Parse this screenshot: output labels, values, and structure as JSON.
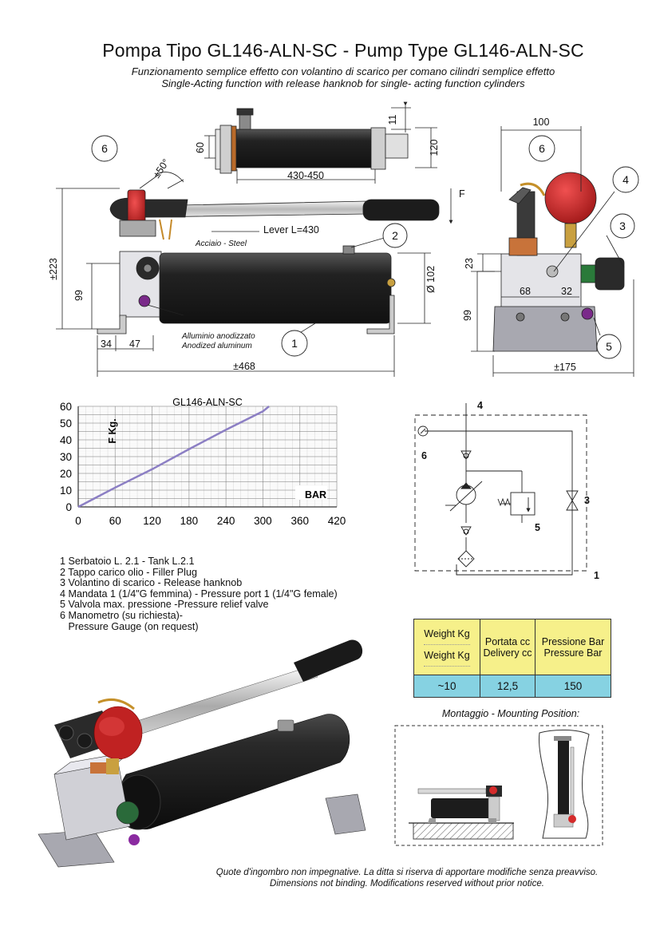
{
  "header": {
    "title": "Pompa Tipo GL146-ALN-SC - Pump Type GL146-ALN-SC",
    "subtitle_it": "Funzionamento semplice effetto con volantino di scarico per comano cilindri  semplice effetto",
    "subtitle_en": "Single-Acting function with release hanknob for  single- acting function cylinders"
  },
  "drawing": {
    "dims": {
      "d11": "11",
      "d60": "60",
      "d120": "120",
      "d430_450": "430-450",
      "angle50": "±50°",
      "lever": "Lever L=430",
      "d223": "±223",
      "d99a": "99",
      "d34": "34",
      "d47": "47",
      "d468": "±468",
      "d102": "Ø 102",
      "d100": "100",
      "d23": "23",
      "d68": "68",
      "d32": "32",
      "d99b": "99",
      "d175": "±175",
      "force": "F"
    },
    "labels": {
      "steel": "Acciaio - Steel",
      "alu_it": "Alluminio anodizzato",
      "alu_en": "Anodized aluminum"
    },
    "callouts": {
      "c1": "1",
      "c2": "2",
      "c3": "3",
      "c4": "4",
      "c5": "5",
      "c6a": "6",
      "c6b": "6"
    },
    "colors": {
      "tank": "#1e1e1e",
      "gauge": "#d42a2a",
      "block": "#d8d8dc",
      "knob": "#2a2a2a",
      "valve": "#7a2a8a"
    }
  },
  "chart_data": {
    "type": "line",
    "title": "GL146-ALN-SC",
    "xlabel": "BAR",
    "ylabel": "F Kg.",
    "xlim": [
      0,
      420
    ],
    "ylim": [
      0,
      60
    ],
    "xticks": [
      0,
      60,
      120,
      180,
      240,
      300,
      360,
      420
    ],
    "yticks": [
      0,
      5,
      10,
      15,
      20,
      25,
      30,
      35,
      40,
      45,
      50,
      55,
      60
    ],
    "ytick_labels": [
      0,
      10,
      20,
      30,
      40,
      50,
      60
    ],
    "grid": true,
    "series": [
      {
        "x": [
          0,
          60,
          120,
          180,
          240,
          300,
          310
        ],
        "y": [
          0,
          11.5,
          22.5,
          34.5,
          46,
          57,
          60
        ],
        "color": "#8c7fc4"
      }
    ]
  },
  "schematic": {
    "p1": "1",
    "p3": "3",
    "p4": "4",
    "p5": "5",
    "p6": "6"
  },
  "legend": [
    "1 Serbatoio L. 2.1 - Tank L.2.1",
    "2 Tappo carico olio - Filler Plug",
    "3 Volantino di scarico - Release hanknob",
    "4 Mandata 1 (1/4\"G femmina) - Pressure port 1 (1/4\"G female)",
    "5 Valvola max. pressione -Pressure relief valve",
    "6 Manometro (su richiesta)-",
    "   Pressure Gauge (on request)"
  ],
  "spec_table": {
    "h1_top": "Weight Kg",
    "h1_bot": "Weight Kg",
    "h2_top": "Portata cc",
    "h2_bot": "Delivery cc",
    "h3_top": "Pressione Bar",
    "h3_bot": "Pressure Bar",
    "v1": "~10",
    "v2": "12,5",
    "v3": "150",
    "header_color": "#f6f08a",
    "value_color": "#86d2e2"
  },
  "mounting": {
    "title": "Montaggio - Mounting Position:"
  },
  "footer": {
    "line1": "Quote d'ingombro non impegnative. La ditta si riserva di apportare modifiche senza preavviso.",
    "line2": "Dimensions not binding. Modifications reserved without prior notice."
  }
}
